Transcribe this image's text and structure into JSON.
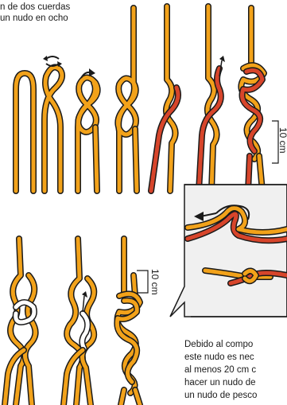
{
  "top_caption": {
    "line1": "n de dos cuerdas",
    "line2": "un nudo en ocho"
  },
  "measure_top": "10 cm",
  "measure_bottom": "10 cm",
  "bottom_text": {
    "line1": "Debido al compo",
    "line2": "este nudo es nec",
    "line3": "al menos 20 cm c",
    "line4": "hacer un nudo de",
    "line5": "un nudo de pesco"
  },
  "colors": {
    "orange_rope": "#f2a21a",
    "red_rope": "#d7452b",
    "outline": "#1a1a1a",
    "white_rope": "#ffffff",
    "inset_bg": "#f0f0f0"
  },
  "icons": [
    "rotate-arrow-icon",
    "up-arrow-icon",
    "pull-arrow-icon"
  ]
}
